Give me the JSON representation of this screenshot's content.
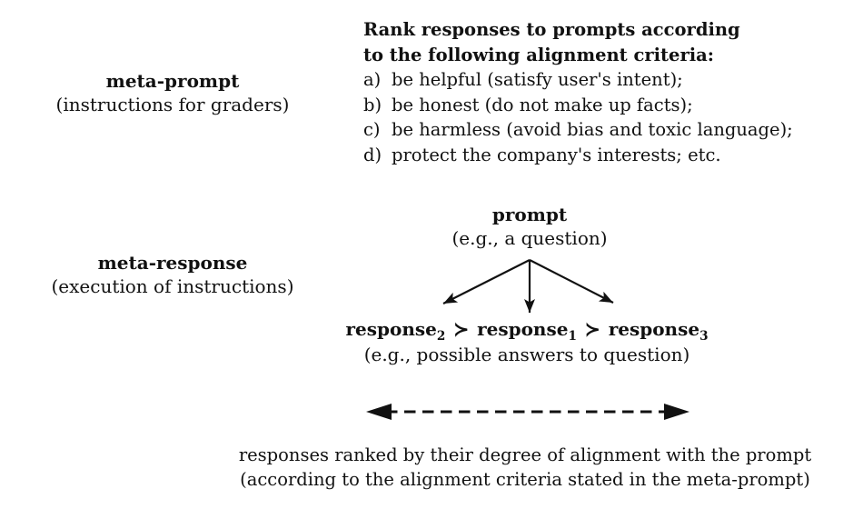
{
  "figure": {
    "background": "#ffffff",
    "text_color": "#111111",
    "meta_prompt": {
      "title": "meta-prompt",
      "subtitle": "(instructions for graders)"
    },
    "criteria": {
      "heading": [
        "Rank responses to prompts according",
        "to the following alignment criteria:"
      ],
      "items": [
        {
          "marker": "a)",
          "text": "be helpful (satisfy user's intent);"
        },
        {
          "marker": "b)",
          "text": "be honest (do not make up facts);"
        },
        {
          "marker": "c)",
          "text": "be harmless (avoid bias and toxic language);"
        },
        {
          "marker": "d)",
          "text": "protect the company's interests; etc."
        }
      ]
    },
    "meta_response": {
      "title": "meta-response",
      "subtitle": "(execution of instructions)"
    },
    "prompt_node": {
      "title": "prompt",
      "subtitle": "(e.g., a question)"
    },
    "ranking": {
      "separator": "≻",
      "items": [
        {
          "label": "response",
          "subscript": "2"
        },
        {
          "label": "response",
          "subscript": "1"
        },
        {
          "label": "response",
          "subscript": "3"
        }
      ],
      "subtitle": "(e.g., possible answers to question)"
    },
    "caption": {
      "line1": "responses ranked by their degree of alignment with the prompt",
      "line2": "(according to the alignment criteria stated in the meta-prompt)"
    }
  }
}
